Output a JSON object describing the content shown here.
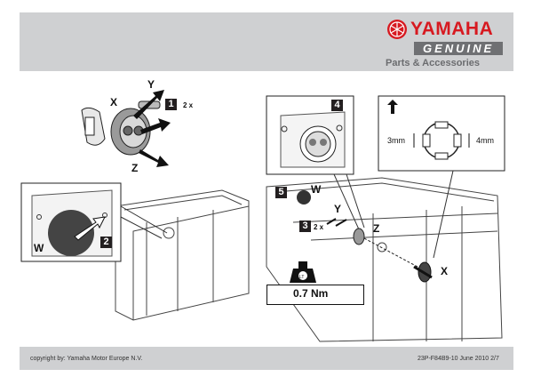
{
  "brand": {
    "name": "YAMAHA",
    "line": "GENUINE",
    "tagline": "Parts & Accessories",
    "color_red": "#d71920",
    "color_grey": "#6f7073"
  },
  "labels": {
    "x": "X",
    "y": "Y",
    "z": "Z",
    "w": "W"
  },
  "steps": {
    "s1": "1",
    "s2": "2",
    "s3": "3",
    "s4": "4",
    "s5": "5"
  },
  "quantities": {
    "q1": "2 x",
    "q3": "2 x"
  },
  "dimensions": {
    "left": "3mm",
    "right": "4mm"
  },
  "torque": {
    "value": "0.7 Nm",
    "warning_icon": "warning-triangle-icon",
    "loctite_icon": "loctite-bottle-icon",
    "tool_icon": "screwdriver-icon"
  },
  "footer": {
    "copyright": "copyright by: Yamaha Motor Europe N.V.",
    "docref": "23P-F84B9-10 June 2010 2/7"
  }
}
